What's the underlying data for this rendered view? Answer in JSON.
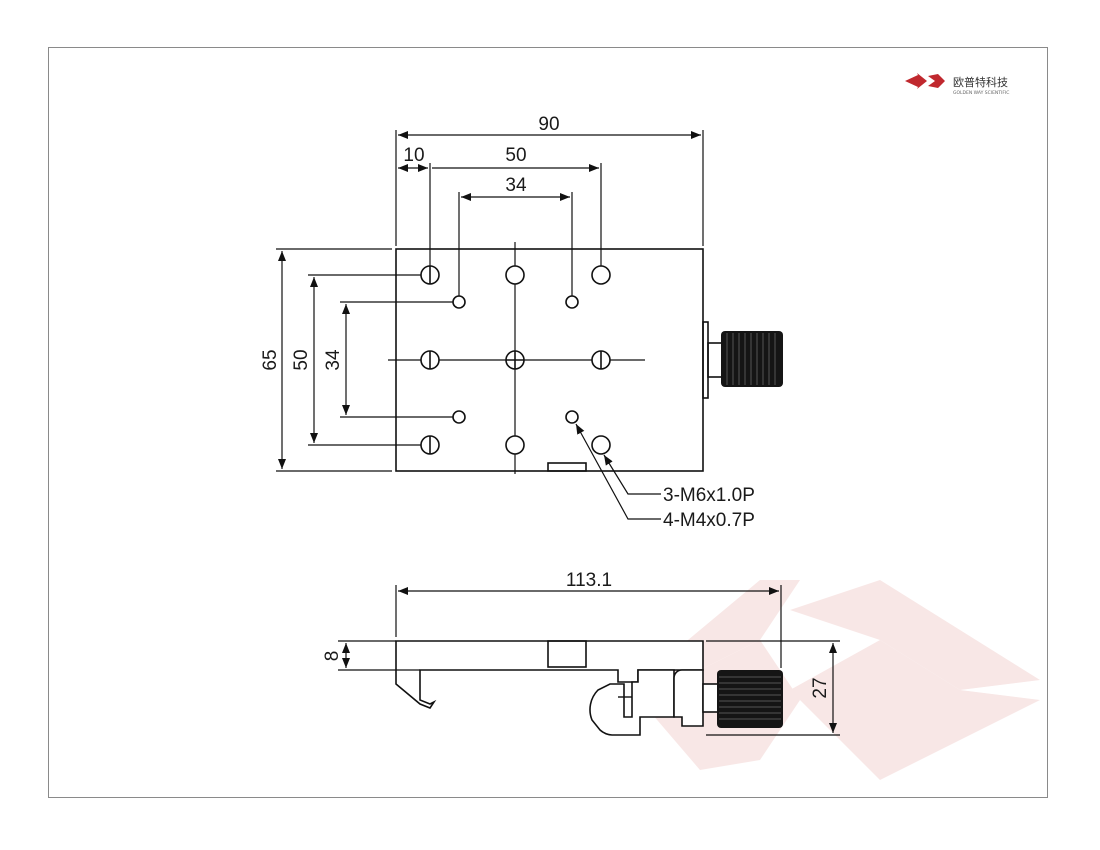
{
  "logo": {
    "brand": "欧普特科技",
    "tagline": "GOLDEN WAY SCIENTIFIC",
    "color": "#c0282e"
  },
  "watermark_color": "#f8e7e6",
  "dimensions": {
    "width_total": "90",
    "offset": "10",
    "hole_spacing_large": "50",
    "hole_spacing_small": "34",
    "height_total": "65",
    "vertical_spacing_large": "50",
    "vertical_spacing_small": "34",
    "length_with_knob": "113.1",
    "plate_thickness": "8",
    "height_side": "27"
  },
  "callouts": {
    "m6": "3-M6x1.0P",
    "m4": "4-M4x0.7P"
  }
}
